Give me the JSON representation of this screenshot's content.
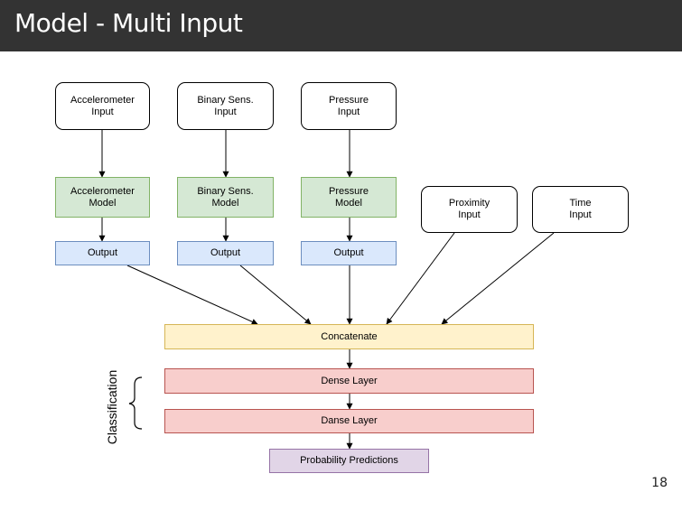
{
  "slide": {
    "title": "Model - Multi Input",
    "page_number": "18"
  },
  "diagram": {
    "nodes": {
      "accel_input": "Accelerometer\nInput",
      "binary_input": "Binary Sens.\nInput",
      "pressure_input": "Pressure\nInput",
      "proximity_input": "Proximity\nInput",
      "time_input": "Time\nInput",
      "accel_model": "Accelerometer\nModel",
      "binary_model": "Binary Sens.\nModel",
      "pressure_model": "Pressure\nModel",
      "accel_output": "Output",
      "binary_output": "Output",
      "pressure_output": "Output",
      "concatenate": "Concatenate",
      "dense_layer": "Dense Layer",
      "danse_layer": "Danse Layer",
      "probability": "Probability Predictions"
    },
    "classification_label": "Classification"
  }
}
